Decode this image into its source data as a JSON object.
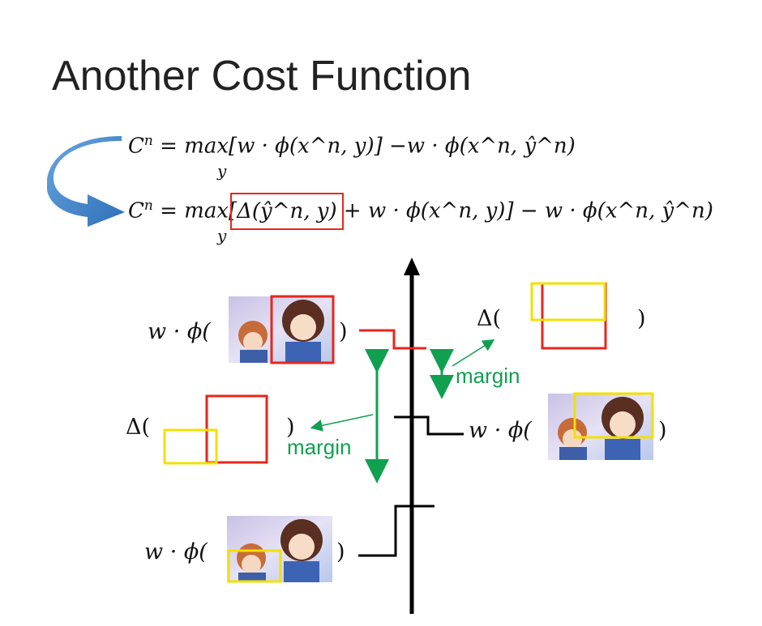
{
  "slide": {
    "title": "Another Cost Function",
    "equations": {
      "eq1_lhs": "C",
      "eq1_sup": "n",
      "eq1_rhs": "= max[w · ϕ(x^n, y)] −w · ϕ(x^n, ŷ^n)",
      "eq1_sub": "y",
      "eq2_lhs": "C",
      "eq2_sup": "n",
      "eq2_max": "= max[",
      "eq2_delta": "Δ(ŷ^n, y)",
      "eq2_rest": "+ w · ϕ(x^n, y)] − w · ϕ(x^n, ŷ^n)",
      "eq2_sub": "y"
    },
    "labels": {
      "score_top": "w · ϕ(",
      "score_top_close": ")",
      "delta_right": "Δ(",
      "delta_right_close": ")",
      "margin_right": "margin",
      "delta_left": "Δ(",
      "delta_left_close": ")",
      "margin_left": "margin",
      "score_mid": "w · ϕ(",
      "score_mid_close": ")",
      "score_bottom": "w · ϕ(",
      "score_bottom_close": ")"
    },
    "colors": {
      "red": "#e8261c",
      "yellow": "#f2e000",
      "green": "#10a050",
      "arrow_blue": "#4a8fd4",
      "axis": "#000000"
    }
  }
}
